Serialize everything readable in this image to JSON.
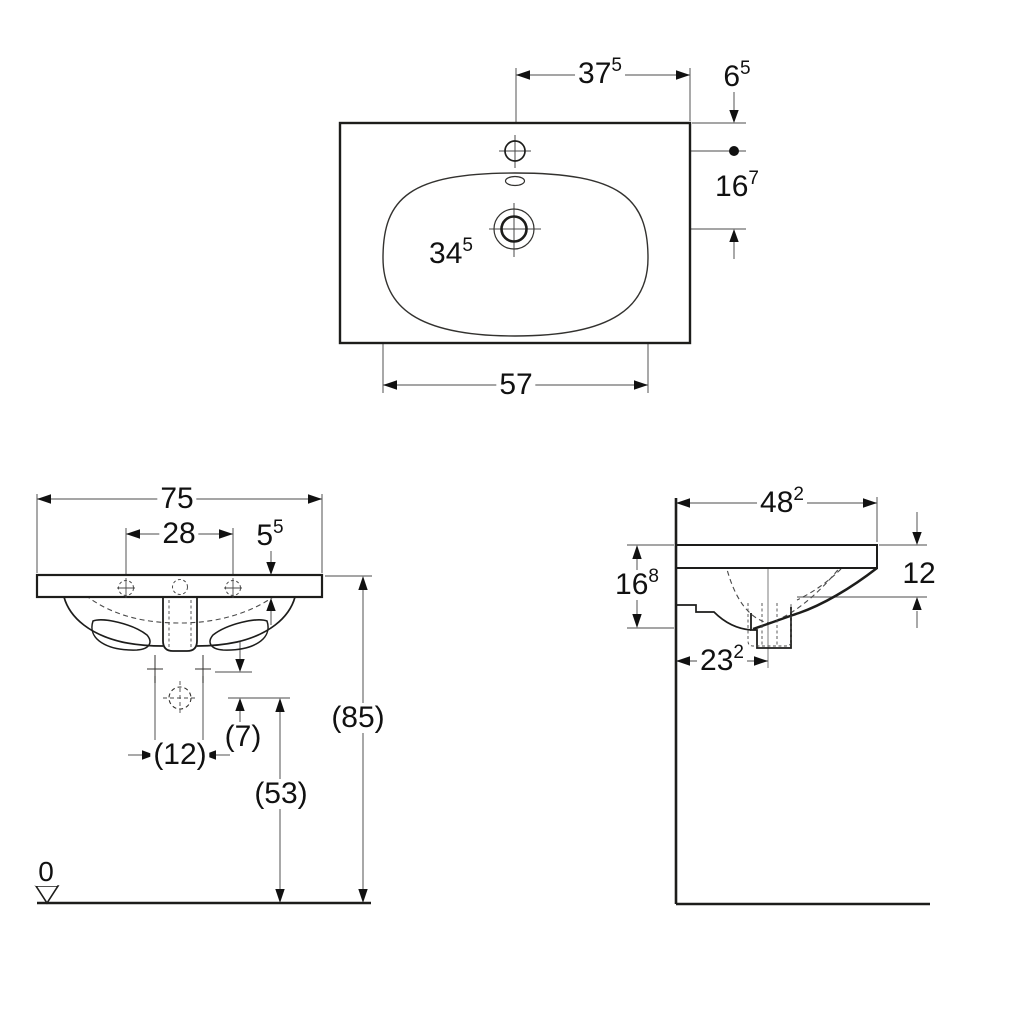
{
  "drawing": {
    "kind": "washbasin-dimension-drawing",
    "colors": {
      "background": "#ffffff",
      "object_line": "#1d1d1b",
      "dimension_line": "#6f6f6f",
      "hidden_line": "#4a4a4a",
      "arrow": "#111111"
    }
  },
  "labels": {
    "d37": {
      "main": "37",
      "sup": "5"
    },
    "d6": {
      "main": "6",
      "sup": "5"
    },
    "d16_7": {
      "main": "16",
      "sup": "7"
    },
    "d34": {
      "main": "34",
      "sup": "5"
    },
    "d57": {
      "main": "57",
      "sup": ""
    },
    "d75": {
      "main": "75",
      "sup": ""
    },
    "d28": {
      "main": "28",
      "sup": ""
    },
    "d5": {
      "main": "5",
      "sup": "5"
    },
    "d12p": {
      "main": "(12)",
      "sup": ""
    },
    "d7p": {
      "main": "(7)",
      "sup": ""
    },
    "d53p": {
      "main": "(53)",
      "sup": ""
    },
    "d85p": {
      "main": "(85)",
      "sup": ""
    },
    "d0": {
      "main": "0",
      "sup": ""
    },
    "d48": {
      "main": "48",
      "sup": "2"
    },
    "d16_8": {
      "main": "16",
      "sup": "8"
    },
    "d12": {
      "main": "12",
      "sup": ""
    },
    "d23": {
      "main": "23",
      "sup": "2"
    }
  },
  "views": {
    "top_view": {
      "dims": [
        "d37",
        "d6",
        "d16_7",
        "d34",
        "d57"
      ]
    },
    "front_view": {
      "dims": [
        "d75",
        "d28",
        "d5",
        "d12p",
        "d7p",
        "d53p",
        "d85p",
        "d0"
      ]
    },
    "side_view": {
      "dims": [
        "d48",
        "d12",
        "d16_8",
        "d23"
      ]
    }
  }
}
